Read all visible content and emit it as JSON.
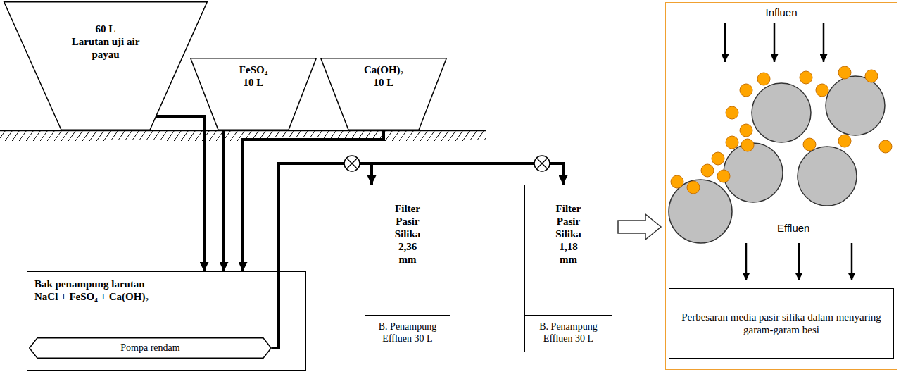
{
  "diagram": {
    "nodes": [
      {
        "text": [
          "60 L",
          "Larutan uji air payau"
        ]
      },
      {
        "text": [
          "FeSO₄",
          "10 L"
        ]
      },
      {
        "text": [
          "Ca(OH)₂",
          "10 L"
        ]
      },
      {
        "text": [
          "Bak penampung larutan",
          "NaCl + FeSO₄ + Ca(OH)₂"
        ]
      },
      {
        "text": [
          "Pompa rendam"
        ],
        "in": 3
      },
      {
        "text": [
          "Filter Pasir Silika 2,36 mm"
        ]
      },
      {
        "text": [
          "B. Penampung Effluen 30 L"
        ]
      },
      {
        "text": [
          "Filter Pasir Silika 1,18 mm"
        ]
      },
      {
        "text": [
          "B. Penampung Effluen 30 L"
        ]
      },
      {
        "text": [
          "Influen",
          "Effluen"
        ]
      },
      {
        "text": [
          "Perbesaran media pasir silika dalam menyaring garam-garam besi"
        ],
        "in": 9
      }
    ],
    "edges": [
      {
        "from": 0,
        "to": 3,
        "arrow": "to"
      },
      {
        "from": 1,
        "to": 3,
        "arrow": "to"
      },
      {
        "from": 2,
        "to": 3,
        "arrow": "to"
      },
      {
        "from": 4,
        "to": 5,
        "arrow": "to"
      },
      {
        "from": 4,
        "to": 7,
        "arrow": "to"
      },
      {
        "from": 7,
        "to": 9,
        "arrow": "to"
      }
    ]
  }
}
